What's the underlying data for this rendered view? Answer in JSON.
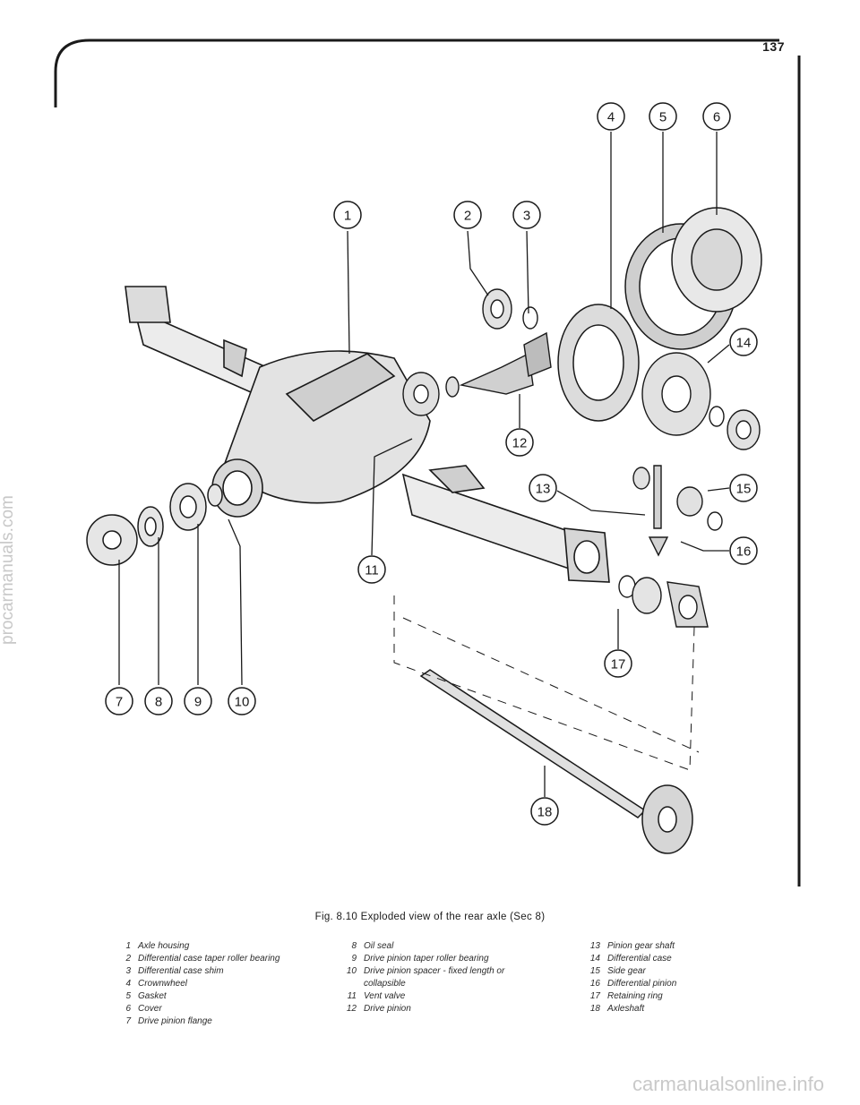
{
  "page_number": "137",
  "figure_caption": "Fig. 8.10 Exploded view of the rear axle (Sec 8)",
  "callouts": [
    "1",
    "2",
    "3",
    "4",
    "5",
    "6",
    "7",
    "8",
    "9",
    "10",
    "11",
    "12",
    "13",
    "14",
    "15",
    "16",
    "17",
    "18"
  ],
  "legend": {
    "col1": [
      {
        "n": "1",
        "t": "Axle housing"
      },
      {
        "n": "2",
        "t": "Differential case taper roller bearing"
      },
      {
        "n": "3",
        "t": "Differential case shim"
      },
      {
        "n": "4",
        "t": "Crownwheel"
      },
      {
        "n": "5",
        "t": "Gasket"
      },
      {
        "n": "6",
        "t": "Cover"
      },
      {
        "n": "7",
        "t": "Drive pinion flange"
      }
    ],
    "col2": [
      {
        "n": "8",
        "t": "Oil seal"
      },
      {
        "n": "9",
        "t": "Drive pinion taper roller bearing"
      },
      {
        "n": "10",
        "t": "Drive pinion spacer - fixed length or",
        "t2": "collapsible"
      },
      {
        "n": "11",
        "t": "Vent valve"
      },
      {
        "n": "12",
        "t": "Drive pinion"
      }
    ],
    "col3": [
      {
        "n": "13",
        "t": "Pinion gear shaft"
      },
      {
        "n": "14",
        "t": "Differential case"
      },
      {
        "n": "15",
        "t": "Side gear"
      },
      {
        "n": "16",
        "t": "Differential pinion"
      },
      {
        "n": "17",
        "t": "Retaining ring"
      },
      {
        "n": "18",
        "t": "Axleshaft"
      }
    ]
  },
  "watermarks": {
    "side": "procarmanuals.com",
    "bottom": "carmanualsonline.info"
  }
}
